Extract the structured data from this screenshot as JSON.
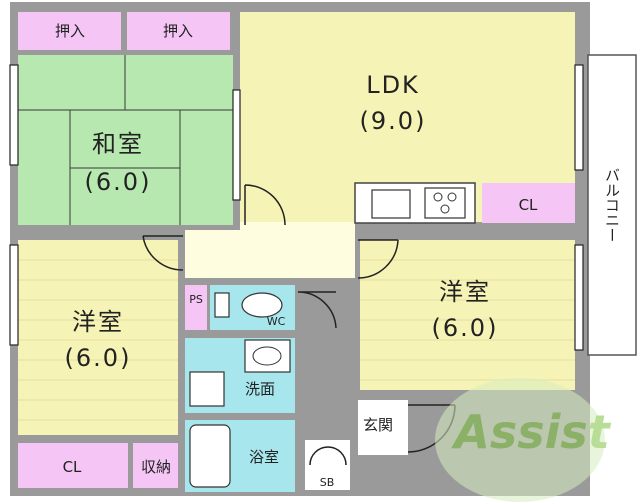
{
  "rooms": {
    "ldk": {
      "name": "LDK",
      "size": "(9.0)"
    },
    "washitsu": {
      "name": "和室",
      "size": "(6.0)"
    },
    "yoshitsu_left": {
      "name": "洋室",
      "size": "(6.0)"
    },
    "yoshitsu_right": {
      "name": "洋室",
      "size": "(6.0)"
    },
    "oshiire_1": "押入",
    "oshiire_2": "押入",
    "cl_left": "CL",
    "cl_right": "CL",
    "shuno": "収納",
    "ps": "PS",
    "wc": "WC",
    "senmen": "洗面",
    "yokushitsu": "浴室",
    "genkan": "玄関",
    "sb": "SB",
    "balcony": "バルコニー"
  },
  "watermark": "Assist",
  "colors": {
    "wall": "#9a9a9a",
    "ldk": "#f6f3b6",
    "washitsu": "#b6e8b0",
    "yoshitsu": "#f6f3b6",
    "storage": "#f5c6f5",
    "water": "#a6e6ec",
    "hall": "#fffde0",
    "balcony": "#ffffff",
    "watermark": "#7fc241"
  }
}
